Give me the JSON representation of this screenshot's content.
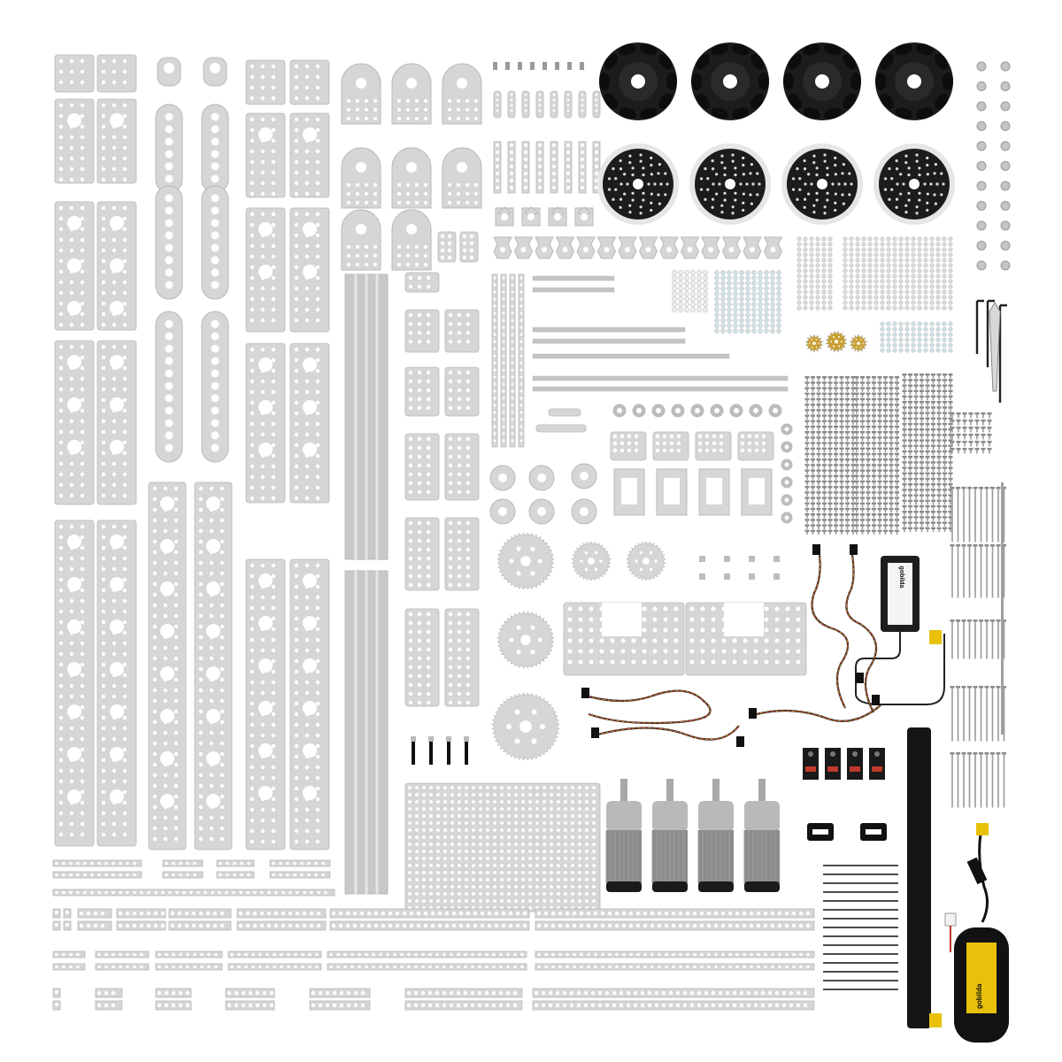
{
  "image": {
    "subject": "robotics-kit-parts-flatlay",
    "background": "#ffffff"
  },
  "colors": {
    "aluminum": "#d6d6d6",
    "aluminum_edge": "#b9b9b9",
    "hole": "#ffffff",
    "wheel_black": "#1c1c1c",
    "wheel_hub": "#2a2a2a",
    "brass": "#c9a033",
    "wire_black": "#222222",
    "wire_red": "#c0392b",
    "wire_yellow": "#e0b020",
    "motor_gray": "#8c8c8c",
    "battery_yellow": "#e8c20a"
  },
  "labels": {
    "hub_brand": "gobilda",
    "battery_brand": "gobilda"
  }
}
